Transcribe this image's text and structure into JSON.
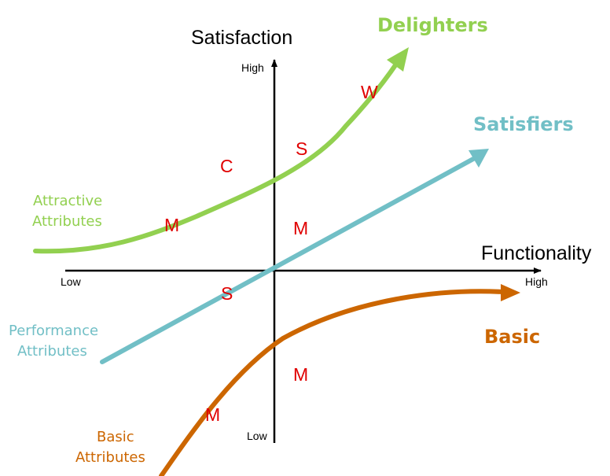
{
  "axes": {
    "y_title": "Satisfaction",
    "x_title": "Functionality",
    "y_high": "High",
    "y_low": "Low",
    "x_low": "Low",
    "x_high": "High"
  },
  "curves": {
    "delighters": {
      "title": "Delighters",
      "label_line1": "Attractive",
      "label_line2": "Attributes",
      "color": "#92d050"
    },
    "satisfiers": {
      "title": "Satisfiers",
      "label_line1": "Performance",
      "label_line2": "Attributes",
      "color": "#71bfc6"
    },
    "basic": {
      "title": "Basic",
      "label_line1": "Basic",
      "label_line2": "Attributes",
      "color": "#cc6600"
    }
  },
  "markers": {
    "color": "#e00000",
    "delighters_m": "M",
    "delighters_c": "C",
    "delighters_s": "S",
    "delighters_w": "W",
    "satisfiers_m": "M",
    "satisfiers_s": "S",
    "basic_m_upper": "M",
    "basic_m_lower": "M"
  }
}
